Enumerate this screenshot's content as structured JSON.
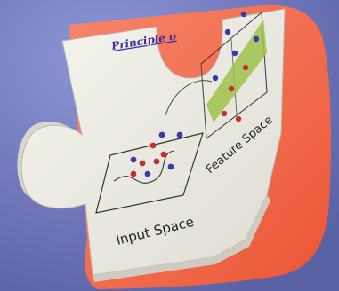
{
  "scene": {
    "background_color": "#6a74b8",
    "piece_color": "#f0664a",
    "card_color": "#ecebe4",
    "plane_color": "#9fc24a"
  },
  "slide": {
    "title": "Principle o",
    "input_label": "Input Space",
    "feature_label": "Feature Space"
  },
  "markers": {
    "class_a_color": "#3b3aa8",
    "class_b_color": "#c0312e"
  }
}
